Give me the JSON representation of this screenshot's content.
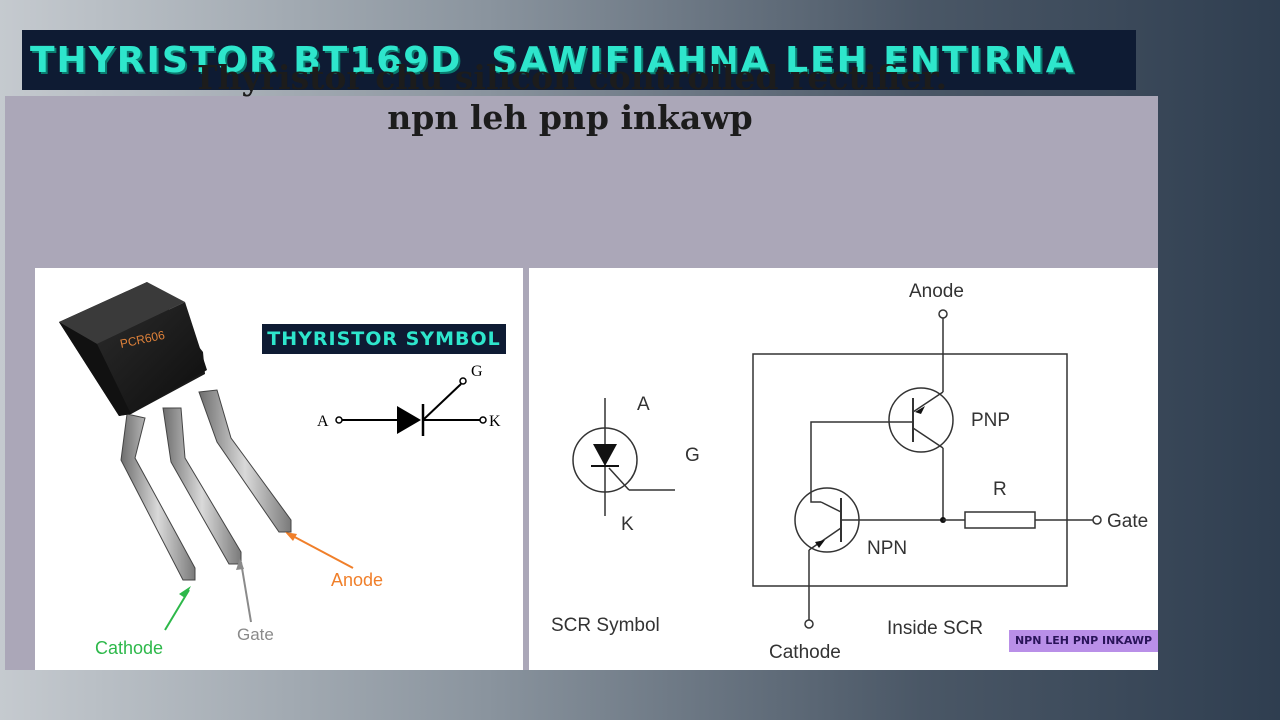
{
  "title": "THYRISTOR BT169D  SAWIFIAHNA LEH ENTIRNA",
  "heading": {
    "line1": "Thyristor chu silicon controlled rectifier.",
    "line2": "npn leh pnp inkawp"
  },
  "left_panel": {
    "chip_marking": "PCR606",
    "symbol_title": "THYRISTOR SYMBOL",
    "symbol_labels": {
      "a": "A",
      "g": "G",
      "k": "K"
    },
    "pin_labels": {
      "cathode": "Cathode",
      "gate": "Gate",
      "anode": "Anode"
    },
    "colors": {
      "cathode": "#2db84a",
      "gate": "#8a8a8a",
      "anode": "#f07f2a"
    }
  },
  "right_panel": {
    "scr_symbol_labels": {
      "a": "A",
      "g": "G",
      "k": "K"
    },
    "scr_symbol_caption": "SCR Symbol",
    "circuit_labels": {
      "anode": "Anode",
      "pnp": "PNP",
      "npn": "NPN",
      "r": "R",
      "gate": "Gate",
      "cathode": "Cathode",
      "caption": "Inside SCR"
    },
    "badge": "NPN LEH PNP INKAWP"
  },
  "colors": {
    "title_bg": "#0e1b33",
    "title_text": "#2ee6cc",
    "slide_bg": "#aba7b8",
    "badge_bg": "#b98fe8"
  }
}
